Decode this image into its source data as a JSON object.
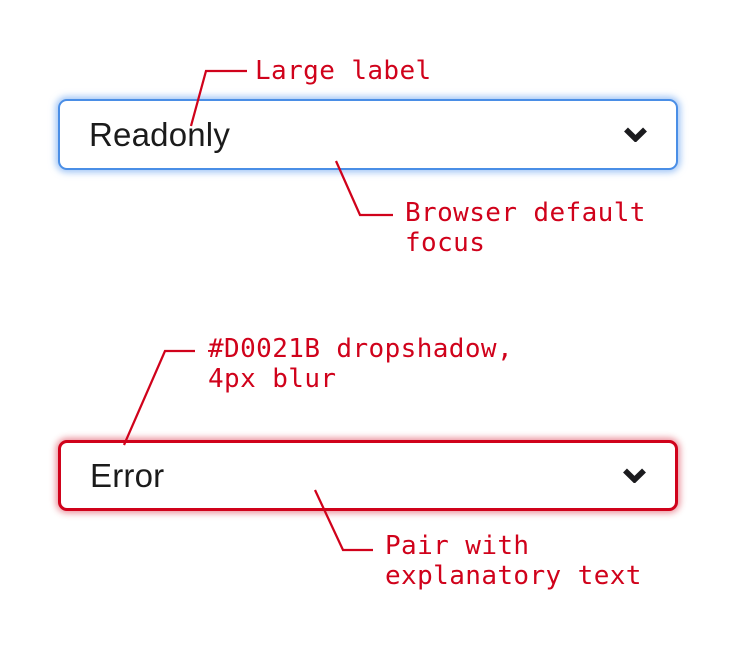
{
  "ui": {
    "kind": "form-control-spec",
    "background": "#ffffff"
  },
  "colors": {
    "annotation_red": "#d0021b",
    "focus_border_blue": "#4a8ee6",
    "error_border_red": "#d0021b",
    "label_text": "#1b1b1b"
  },
  "selects": [
    {
      "value": "Readonly",
      "icon": "chevron-down",
      "border_color": "#4a8ee6"
    },
    {
      "value": "Error",
      "icon": "chevron-down",
      "border_color": "#d0021b"
    }
  ],
  "annotations": [
    {
      "lines": [
        "Large label"
      ]
    },
    {
      "lines": [
        "Browser default",
        "focus"
      ]
    },
    {
      "lines": [
        "#D0021B dropshadow,",
        "4px blur"
      ]
    },
    {
      "lines": [
        "Pair with",
        "explanatory text"
      ]
    }
  ]
}
